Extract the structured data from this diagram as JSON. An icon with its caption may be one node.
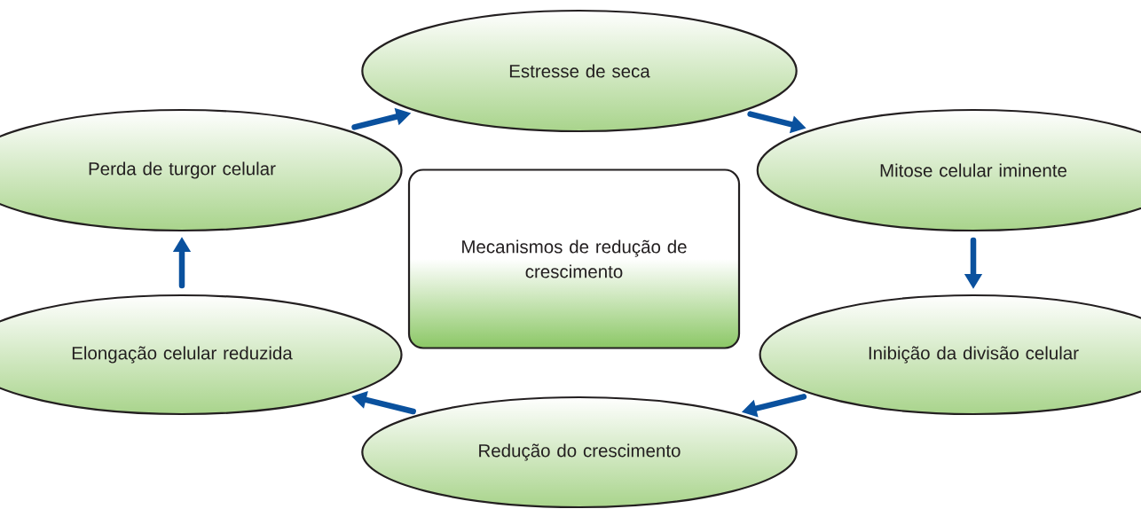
{
  "diagram": {
    "nodes": [
      {
        "text": [
          "Estresse de seca"
        ]
      },
      {
        "text": [
          "Mitose celular iminente"
        ]
      },
      {
        "text": [
          "Inibição da divisão celular"
        ]
      },
      {
        "text": [
          "Redução do crescimento"
        ]
      },
      {
        "text": [
          "Elongação celular reduzida"
        ]
      },
      {
        "text": [
          "Perda de turgor celular"
        ]
      },
      {
        "text": [
          "Mecanismos de redução de crescimento"
        ]
      }
    ],
    "edges": [
      {
        "from": 0,
        "to": 1,
        "arrow": "to"
      },
      {
        "from": 1,
        "to": 2,
        "arrow": "to"
      },
      {
        "from": 2,
        "to": 3,
        "arrow": "to"
      },
      {
        "from": 3,
        "to": 4,
        "arrow": "to"
      },
      {
        "from": 4,
        "to": 5,
        "arrow": "to"
      },
      {
        "from": 5,
        "to": 0,
        "arrow": "to"
      }
    ]
  }
}
